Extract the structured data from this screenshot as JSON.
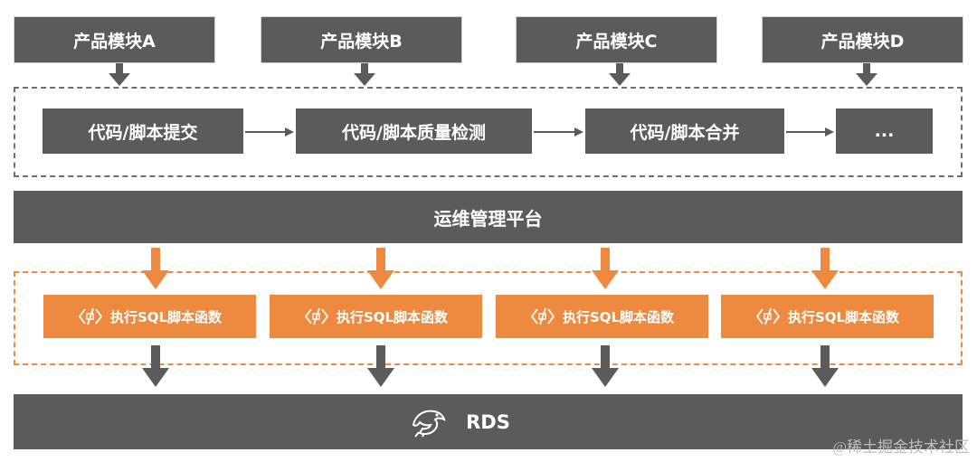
{
  "modules": [
    {
      "label": "产品模块A"
    },
    {
      "label": "产品模块B"
    },
    {
      "label": "产品模块C"
    },
    {
      "label": "产品模块D"
    }
  ],
  "pipeline": [
    {
      "label": "代码/脚本提交"
    },
    {
      "label": "代码/脚本质量检测"
    },
    {
      "label": "代码/脚本合并"
    },
    {
      "label": "..."
    }
  ],
  "ops_platform": {
    "label": "运维管理平台"
  },
  "functions": [
    {
      "label": "执行SQL脚本函数",
      "icon": "function-icon"
    },
    {
      "label": "执行SQL脚本函数",
      "icon": "function-icon"
    },
    {
      "label": "执行SQL脚本函数",
      "icon": "function-icon"
    },
    {
      "label": "执行SQL脚本函数",
      "icon": "function-icon"
    }
  ],
  "rds": {
    "label": "RDS",
    "icon": "dolphin-icon"
  },
  "watermark": "@稀土掘金技术社区",
  "colors": {
    "gray": "#5b5b5b",
    "orange": "#ed8a3f",
    "dash_gray": "#6f6f6f"
  }
}
